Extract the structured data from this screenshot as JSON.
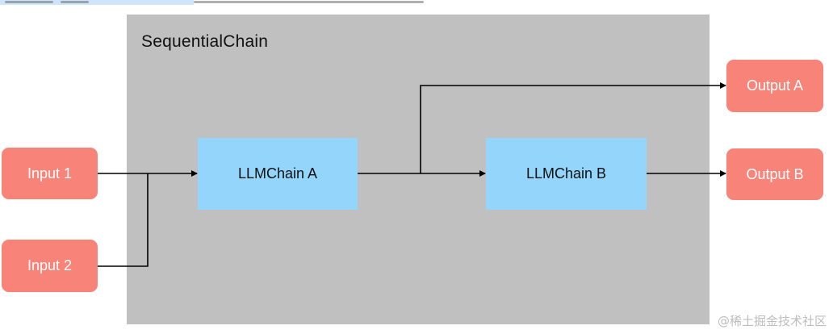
{
  "diagram": {
    "container_title": "SequentialChain",
    "nodes": {
      "input1": "Input 1",
      "input2": "Input 2",
      "chainA": "LLMChain A",
      "chainB": "LLMChain B",
      "outputA": "Output A",
      "outputB": "Output B"
    }
  },
  "watermark": "@稀土掘金技术社区",
  "colors": {
    "io_fill": "#f88379",
    "chain_fill": "#94d5fc",
    "container_fill": "#c0c0c0",
    "edge": "#000000"
  }
}
